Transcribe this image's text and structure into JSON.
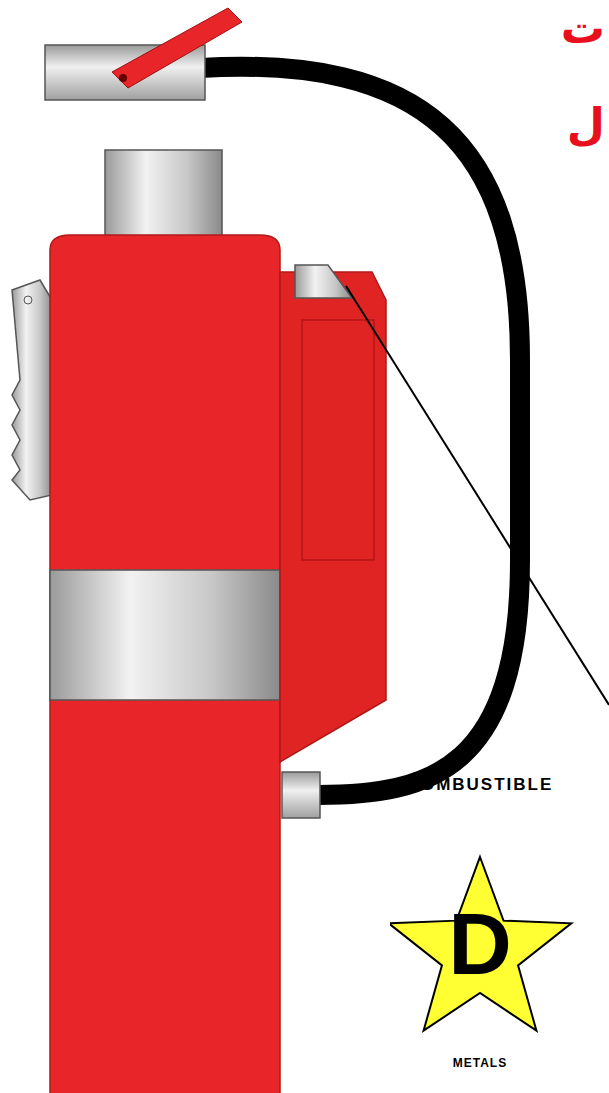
{
  "diagram": {
    "nodes": [
      {
        "text": [
          "COMBUSTIBLE",
          "D",
          "METALS"
        ]
      }
    ],
    "labels": [
      "ت",
      "ل"
    ]
  }
}
